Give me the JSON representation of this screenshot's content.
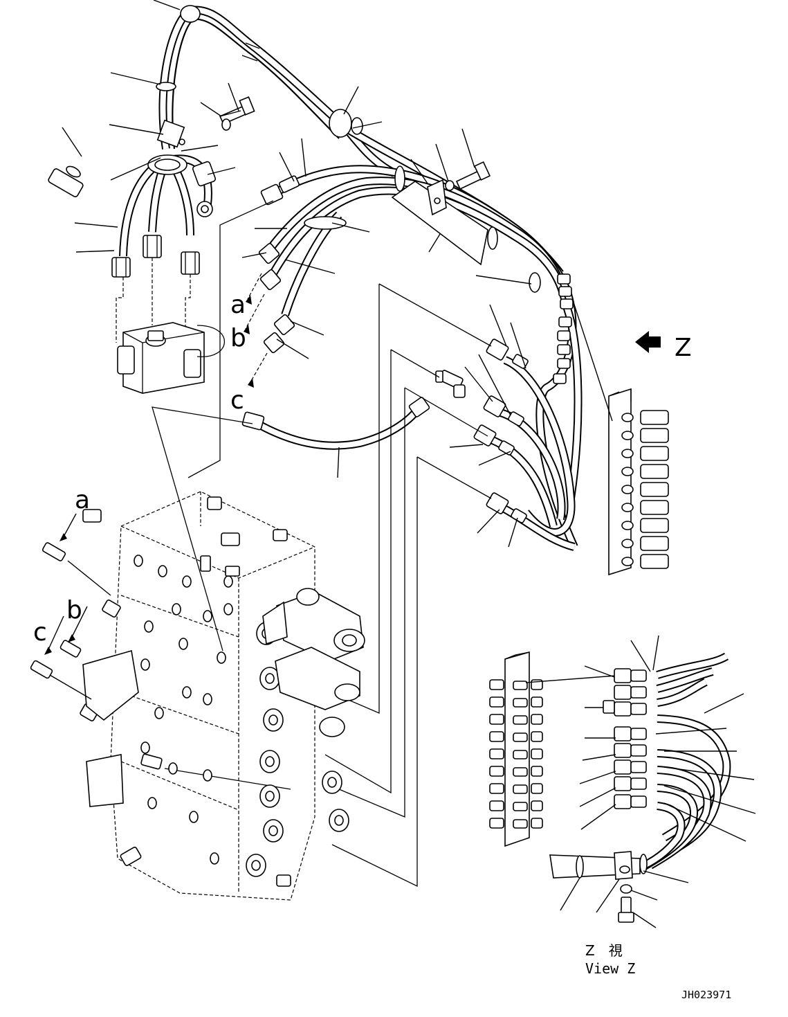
{
  "callouts": {
    "a": "a",
    "b": "b",
    "c": "c"
  },
  "view": {
    "letter": "Z",
    "caption_jp": "Z　視",
    "caption_en": "View Z"
  },
  "drawing_number": "JH023971"
}
